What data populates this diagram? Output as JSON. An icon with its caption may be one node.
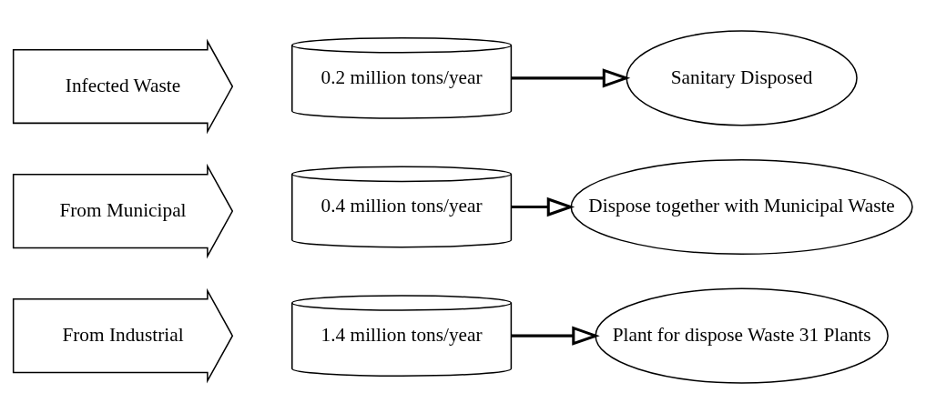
{
  "diagram": {
    "nodes": [
      {
        "text": [
          "From Industrial"
        ]
      },
      {
        "text": [
          "1.4 million tons/year"
        ]
      },
      {
        "text": [
          "Plant for dispose Waste 31 Plants"
        ]
      },
      {
        "text": [
          "From Municipal"
        ]
      },
      {
        "text": [
          "0.4 million tons/year"
        ]
      },
      {
        "text": [
          "Dispose together with Municipal Waste"
        ]
      },
      {
        "text": [
          "Infected Waste"
        ]
      },
      {
        "text": [
          "0.2 million tons/year"
        ]
      },
      {
        "text": [
          "Sanitary Disposed"
        ]
      }
    ],
    "edges": [
      {
        "from": 1,
        "to": 2,
        "arrow": "to"
      },
      {
        "from": 4,
        "to": 5,
        "arrow": "to"
      },
      {
        "from": 7,
        "to": 8,
        "arrow": "to"
      }
    ]
  }
}
